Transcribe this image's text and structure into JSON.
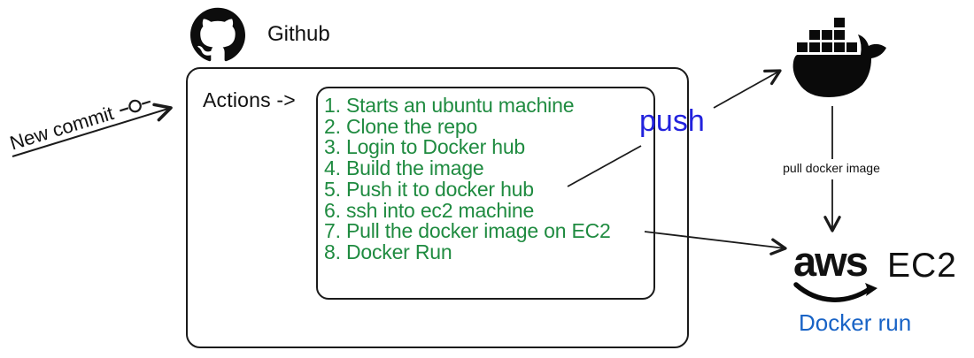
{
  "github": {
    "label": "Github"
  },
  "new_commit": {
    "label": "New commit"
  },
  "actions_box": {
    "label": "Actions ->",
    "steps": [
      "1. Starts an ubuntu machine",
      "2. Clone the repo",
      "3. Login to Docker hub",
      "4. Build the image",
      "5. Push it to docker hub",
      "6. ssh into ec2 machine",
      "7. Pull the docker image on EC2",
      "8. Docker Run"
    ]
  },
  "arrows": {
    "push_label": "push",
    "pull_label": "pull docker image"
  },
  "aws": {
    "logo_text": "aws",
    "service_label": "EC2",
    "run_label": "Docker run"
  },
  "colors": {
    "green": "#1f8b40",
    "push_blue": "#2222dd",
    "run_blue": "#1863c6",
    "ink": "#111111"
  }
}
